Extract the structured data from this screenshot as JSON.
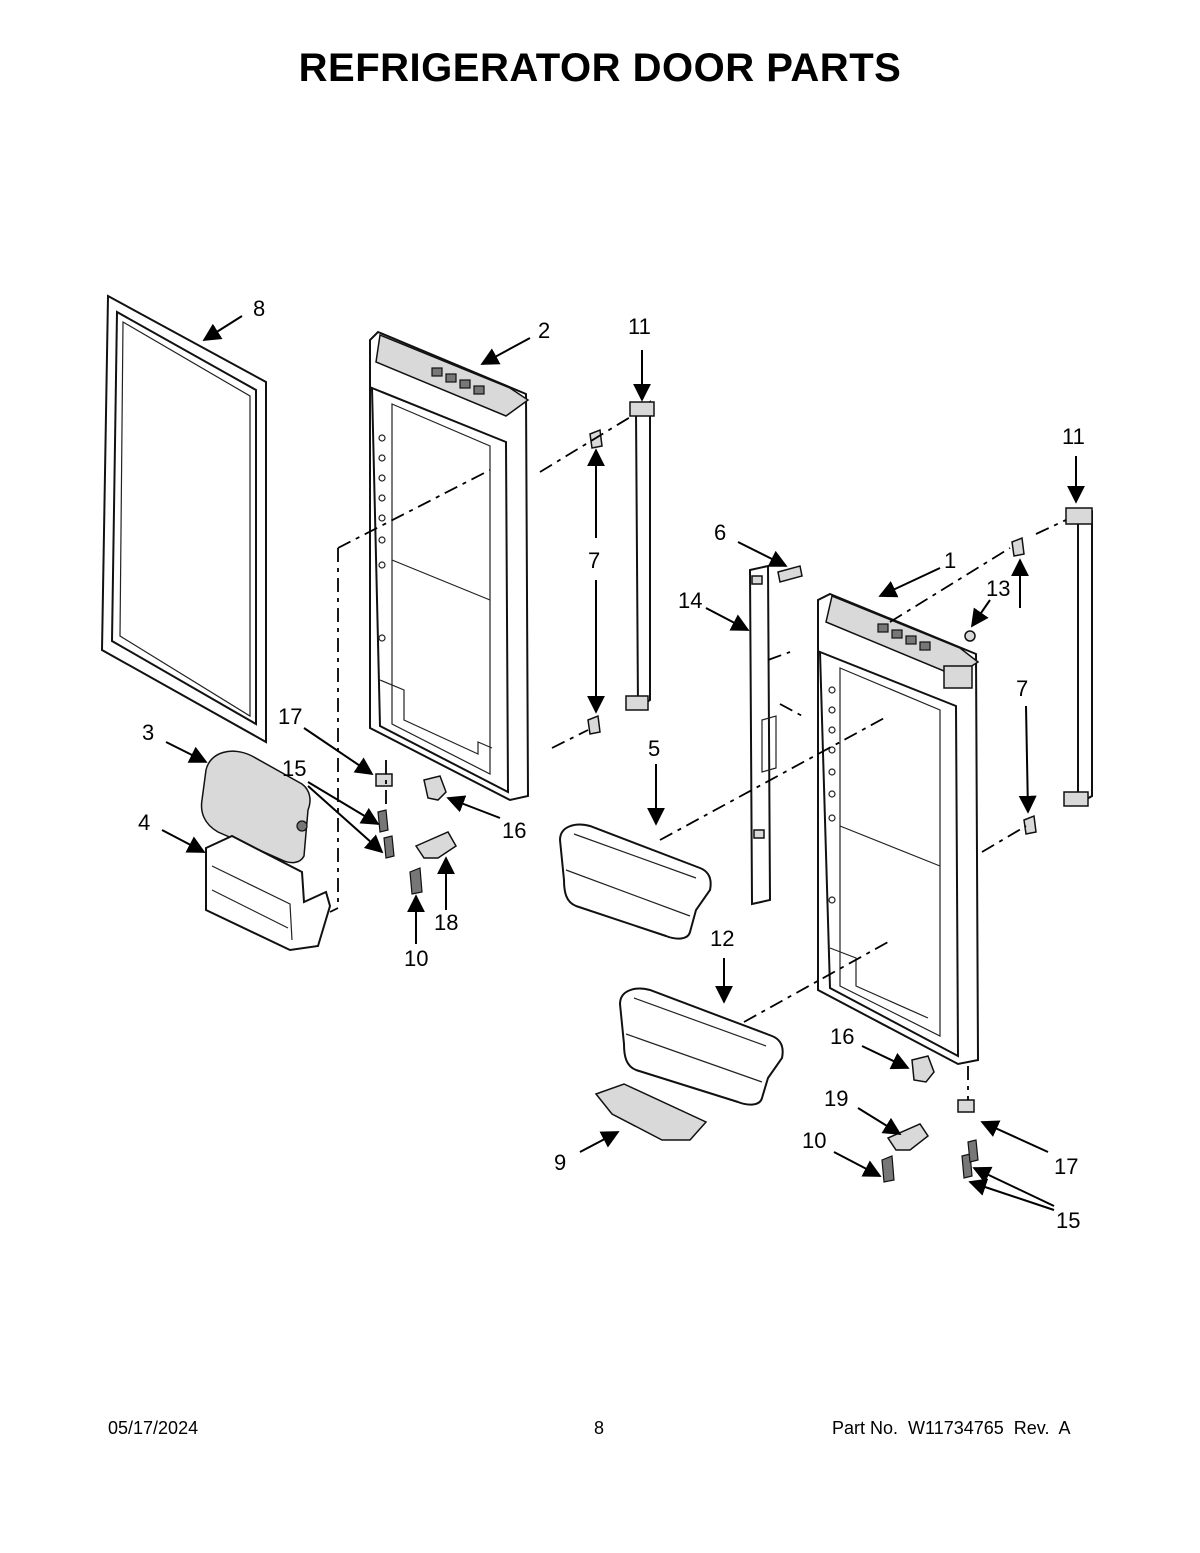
{
  "page": {
    "title": "REFRIGERATOR DOOR PARTS",
    "footer": {
      "date": "05/17/2024",
      "page_number": "8",
      "part_number": "Part No.  W11734765  Rev.  A"
    }
  },
  "callouts": {
    "c8": "8",
    "c2": "2",
    "c11a": "11",
    "c11b": "11",
    "c7a": "7",
    "c7b": "7",
    "c6": "6",
    "c1": "1",
    "c13": "13",
    "c14": "14",
    "c3": "3",
    "c4": "4",
    "c17a": "17",
    "c15a": "15",
    "c16a": "16",
    "c18": "18",
    "c10a": "10",
    "c5": "5",
    "c12": "12",
    "c16b": "16",
    "c19": "19",
    "c10b": "10",
    "c17b": "17",
    "c15b": "15",
    "c9": "9"
  }
}
